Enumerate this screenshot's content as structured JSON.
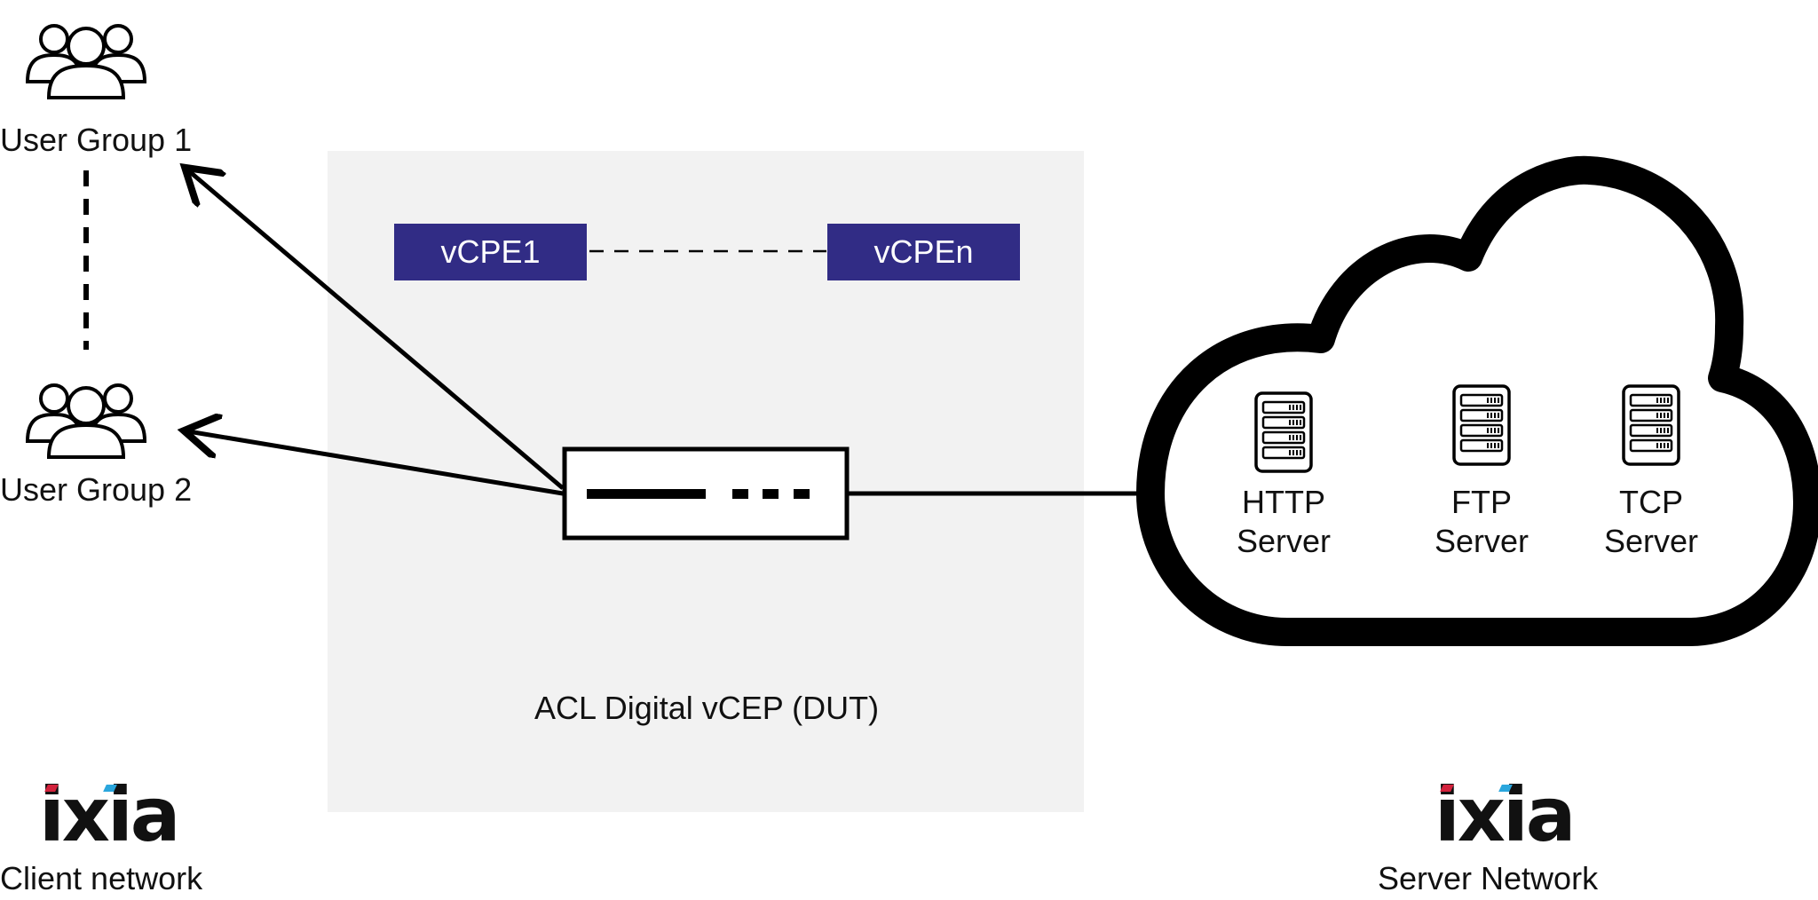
{
  "client": {
    "group1_label": "User Group 1",
    "group2_label": "User Group 2",
    "network_label": "Client network",
    "logo_text": "ixia"
  },
  "dut": {
    "vcpe_first_label": "vCPE1",
    "vcpe_last_label": "vCPEn",
    "name_label": "ACL Digital vCEP (DUT)"
  },
  "server": {
    "network_label": "Server Network",
    "logo_text": "ixia",
    "servers": [
      {
        "line1": "HTTP",
        "line2": "Server"
      },
      {
        "line1": "FTP",
        "line2": "Server"
      },
      {
        "line1": "TCP",
        "line2": "Server"
      }
    ]
  },
  "colors": {
    "vcpe_fill": "#312c85",
    "dut_panel": "#f2f2f2",
    "logo_accent_red": "#d2223c",
    "logo_accent_blue": "#2aa6dd",
    "stroke": "#000000"
  },
  "icons": {
    "user_group": "users-icon",
    "server": "server-rack-icon",
    "device": "network-switch-icon",
    "cloud": "cloud-icon"
  }
}
